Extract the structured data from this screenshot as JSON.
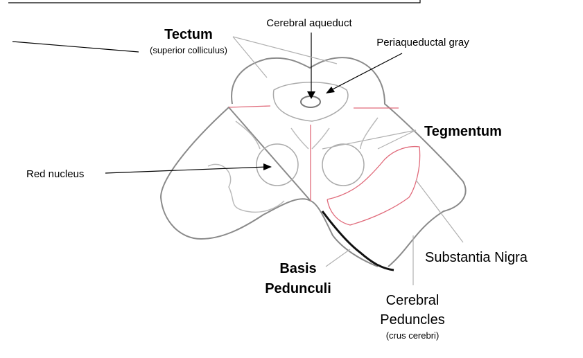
{
  "labels": {
    "tectum": "Tectum",
    "tectum_sub": "(superior colliculus)",
    "cerebral_aqueduct": "Cerebral aqueduct",
    "periaqueductal_gray": "Periaqueductal gray",
    "tegmentum": "Tegmentum",
    "red_nucleus": "Red nucleus",
    "substantia_nigra": "Substantia Nigra",
    "basis_line1": "Basis",
    "basis_line2": "Pedunculi",
    "cerebral_peduncles_line1": "Cerebral",
    "cerebral_peduncles_line2": "Peduncles",
    "cerebral_peduncles_sub": "(crus cerebri)"
  },
  "colors": {
    "outline": "#8a8a8a",
    "boundary": "#e06a7a",
    "leader": "#000000",
    "pointer": "#b0b0b0"
  }
}
